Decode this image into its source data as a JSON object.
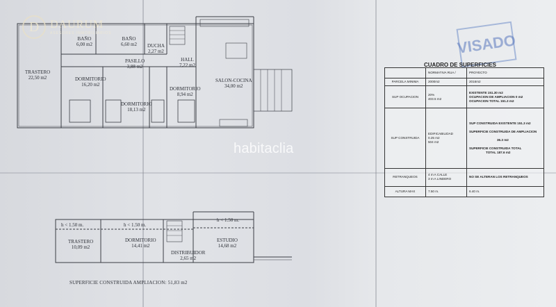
{
  "logo": {
    "initial": "D",
    "name": "DAURUM",
    "subtitle": "ASESORES INMOBILIARIOS"
  },
  "watermark": "habitaclia",
  "stamp": "VISADO",
  "ground_floor": {
    "rooms": [
      {
        "id": "trastero",
        "name": "TRASTERO",
        "area": "22,50 m2"
      },
      {
        "id": "bano1",
        "name": "BAÑO",
        "area": "6,00 m2"
      },
      {
        "id": "bano2",
        "name": "BAÑO",
        "area": "6,60 m2"
      },
      {
        "id": "ducha",
        "name": "DUCHA",
        "area": "2,27 m2"
      },
      {
        "id": "pasillo",
        "name": "PASILLO",
        "area": "3,88 m2"
      },
      {
        "id": "hall",
        "name": "HALL",
        "area": "7,22 m2"
      },
      {
        "id": "dormitorio1",
        "name": "DORMITORIO",
        "area": "16,20 m2"
      },
      {
        "id": "dormitorio2",
        "name": "DORMITORIO",
        "area": "18,13 m2"
      },
      {
        "id": "dormitorio3",
        "name": "DORMITORIO",
        "area": "8,94 m2"
      },
      {
        "id": "salon",
        "name": "SALON-COCINA",
        "area": "34,00 m2"
      }
    ]
  },
  "upper_floor": {
    "rooms": [
      {
        "id": "h1",
        "name": "h < 1.50 m.",
        "area": ""
      },
      {
        "id": "h2",
        "name": "h < 1.50 m.",
        "area": ""
      },
      {
        "id": "h3",
        "name": "h < 1.50 m.",
        "area": ""
      },
      {
        "id": "trastero2",
        "name": "TRASTERO",
        "area": "10,09 m2"
      },
      {
        "id": "dormitorio4",
        "name": "DORMITORIO",
        "area": "14,41 m2"
      },
      {
        "id": "distribuidor",
        "name": "DISTRIBUIDOR",
        "area": "2,65 m2"
      },
      {
        "id": "estudio",
        "name": "ESTUDIO",
        "area": "14,68 m2"
      }
    ],
    "caption": "SUPERFICIE CONSTRUIDA AMPLIACION: 51,83 m2"
  },
  "surfaces_table": {
    "title": "CUADRO DE SUPERFICIES",
    "header": {
      "norm": "NORMATIVA RUA /",
      "project": "PROYECTO"
    },
    "rows": [
      {
        "label": "PARCELA MINIMA",
        "norm": [
          "2000m2"
        ],
        "project": [
          "2016m2"
        ]
      },
      {
        "label": "SUP OCUPACION",
        "norm": [
          "20%",
          "403.5 m2"
        ],
        "project": [
          "EXISTENTE 151.30 m2",
          "",
          "OCUPACION DE AMPLIACION 0 m2",
          "OCUPACION TOTAL 151.3 m2"
        ]
      },
      {
        "label": "SUP CONSTRUIDA",
        "norm": [
          "EDIFICABILIDAD",
          "0.25 m2",
          "504 m2"
        ],
        "project": [
          "SUP CONSTRUIDA  EXISTENTE 151.3 m2",
          "",
          "SUPERFICIE CONSTRUIDA DE AMPLIACION",
          "",
          "36.3 m2",
          "",
          "SUPERFICIE CONSTRUIDA TOTAL",
          "TOTAL 187.6 m2"
        ]
      },
      {
        "label": "RETRANQUEOS",
        "norm": [
          "4 m A CALLE",
          "3 m A LINDERO"
        ],
        "project": [
          "NO SE ALTERAN LOS RETRANQUEOS"
        ]
      },
      {
        "label": "ALTURA MAX",
        "norm": [
          "7.50 m."
        ],
        "project": [
          "6.40 m."
        ]
      }
    ]
  }
}
